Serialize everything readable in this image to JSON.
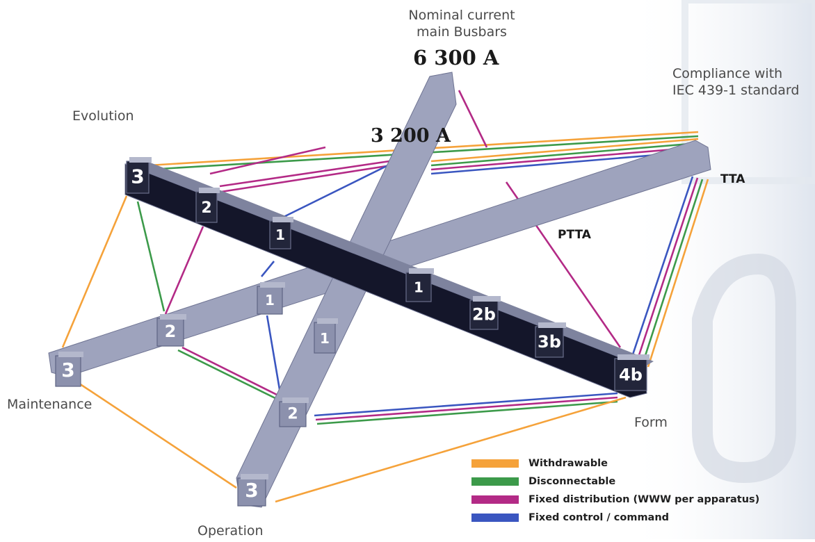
{
  "labels": {
    "nominal_current": [
      "Nominal current",
      "main Busbars"
    ],
    "current_6300": "6 300 A",
    "current_3200": "3 200 A",
    "compliance": [
      "Compliance with",
      "IEC 439-1 standard"
    ],
    "evolution": "Evolution",
    "maintenance": "Maintenance",
    "operation": "Operation",
    "form": "Form",
    "tta": "TTA",
    "ptta": "PTTA"
  },
  "markers": {
    "evolution": [
      "3",
      "2",
      "1"
    ],
    "maintenance": [
      "3",
      "2",
      "1"
    ],
    "operation": [
      "3",
      "2",
      "1"
    ],
    "form": [
      "4b",
      "3b",
      "2b",
      "1"
    ]
  },
  "legend": [
    {
      "label": "Withdrawable",
      "color": "#f5a23a"
    },
    {
      "label": "Disconnectable",
      "color": "#3c9a4a"
    },
    {
      "label": "Fixed distribution (WWW per apparatus)",
      "color": "#b32a86"
    },
    {
      "label": "Fixed control / command",
      "color": "#3a56c0"
    }
  ],
  "colors": {
    "light_bar": "#9ea3bd",
    "light_bar_edge": "#6e7392",
    "dark_bar": "#14162a",
    "label_text": "#4a4a4a"
  }
}
